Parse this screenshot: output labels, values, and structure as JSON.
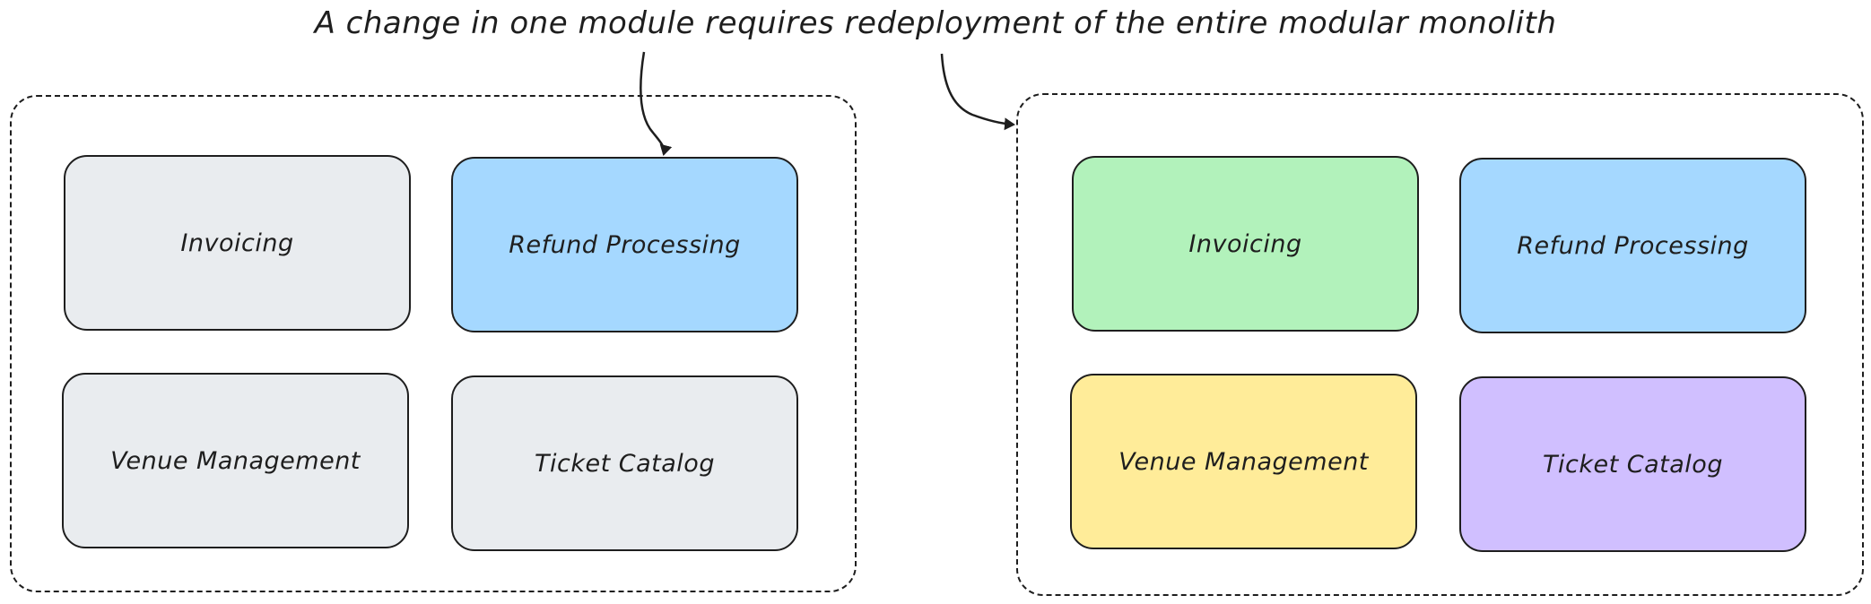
{
  "caption": "A change in one module requires redeployment of the entire modular monolith",
  "groups": [
    {
      "modules": [
        {
          "label": "Invoicing",
          "color": "#e9ecef"
        },
        {
          "label": "Refund Processing",
          "color": "#a5d8ff"
        },
        {
          "label": "Venue Management",
          "color": "#e9ecef"
        },
        {
          "label": "Ticket Catalog",
          "color": "#e9ecef"
        }
      ]
    },
    {
      "modules": [
        {
          "label": "Invoicing",
          "color": "#b2f2bb"
        },
        {
          "label": "Refund Processing",
          "color": "#a5d8ff"
        },
        {
          "label": "Venue Management",
          "color": "#ffec99"
        },
        {
          "label": "Ticket Catalog",
          "color": "#d0bfff"
        }
      ]
    }
  ],
  "colors": {
    "stroke": "#1e1e1e",
    "background": "#ffffff"
  }
}
